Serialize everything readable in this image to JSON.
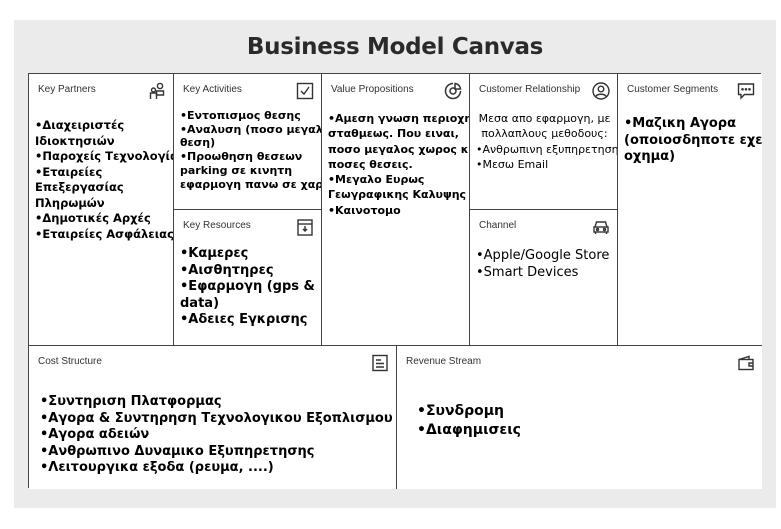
{
  "title": "Business Model Canvas",
  "key_partners": {
    "label": "Key Partners",
    "icon": "handshake-icon",
    "items": [
      "•Διαχειριστές",
      "Ιδιοκτησιών",
      "•Παροχείς Τεχνολογίας",
      "•Εταιρείες",
      "Επεξεργασίας",
      "Πληρωμών",
      "•Δημοτικές Αρχές",
      "•Εταιρείες Ασφάλειας"
    ]
  },
  "key_activities": {
    "label": "Key Activities",
    "icon": "checkbox-icon",
    "items": [
      "•Εντοπισμος θεσης",
      "•Αναλυση (ποσο μεγαλη η",
      "θεση)",
      "•Προωθηση θεσεων",
      "parking σε κινητη",
      "εφαρμογη πανω σε χαρτη"
    ]
  },
  "key_resources": {
    "label": "Key Resources",
    "icon": "inbox-download-icon",
    "items": [
      "•Καμερες",
      "•Αισθητηρες",
      "•Εφαρμογη (gps &",
      "data)",
      "•Αδειες Εγκρισης"
    ]
  },
  "value_propositions": {
    "label": "Value Propositions",
    "icon": "pie-chart-icon",
    "items": [
      "•Αμεση γνωση περιοχης",
      "σταθμεως. Που ειναι,",
      "ποσο μεγαλος χωρος και",
      "ποσες θεσεις.",
      "•Μεγαλο Ευρως",
      "Γεωγραφικης Καλυψης",
      "•Καινοτομο"
    ]
  },
  "customer_relationship": {
    "label": "Customer Relationship",
    "icon": "user-circle-icon",
    "items": [
      "Μεσα απο εφαρμογη, με",
      "πολλαπλους μεθοδους:",
      "•Ανθρωπινη εξυπηρετηση",
      "•Μεσω Email"
    ]
  },
  "channel": {
    "label": "Channel",
    "icon": "car-icon",
    "items": [
      "•Apple/Google Store",
      "•Smart Devices"
    ]
  },
  "customer_segments": {
    "label": "Customer Segments",
    "icon": "chat-bubble-icon",
    "items": [
      "•Μαζικη Αγορα",
      "(οποιοσδηποτε εχει",
      "οχημα)"
    ]
  },
  "cost_structure": {
    "label": "Cost Structure",
    "icon": "document-list-icon",
    "items": [
      "•Συντηριση Πλατφορμας",
      "•Αγορα & Συντηρηση Τεχνολογικου Εξοπλισμου",
      "•Αγορα αδειών",
      "•Ανθρωπινο Δυναμικο Εξυπηρετησης",
      "•Λειτουργικα εξοδα (ρευμα, ....)"
    ]
  },
  "revenue_stream": {
    "label": "Revenue Stream",
    "icon": "wallet-icon",
    "items": [
      "•Συνδρομη",
      "•Διαφημισεις"
    ]
  }
}
